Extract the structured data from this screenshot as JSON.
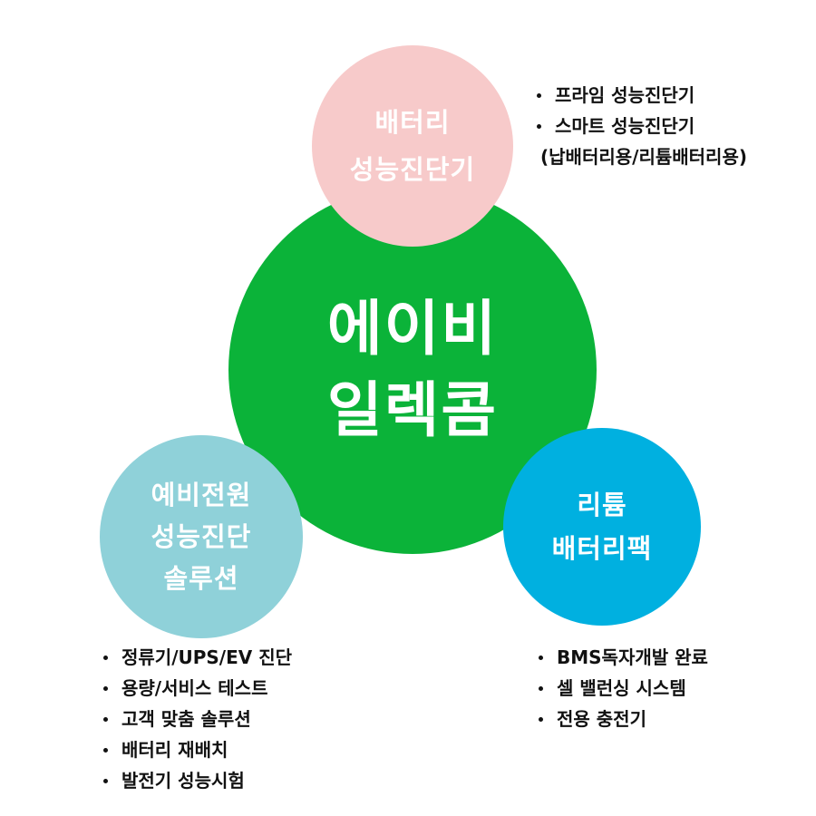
{
  "colors": {
    "center": "#0bb339",
    "top": "#f7caca",
    "left": "#8fd1d9",
    "right": "#00b0e0",
    "text": "#111111"
  },
  "center": {
    "lines": [
      "에이비",
      "일렉콤"
    ]
  },
  "top": {
    "lines": [
      "배터리",
      "성능진단기"
    ],
    "bullets": [
      "프라임 성능진단기",
      "스마트 성능진단기"
    ],
    "continuation": "(납배터리용/리튬배터리용)"
  },
  "left": {
    "lines": [
      "예비전원",
      "성능진단",
      "솔루션"
    ],
    "bullets": [
      "정류기/UPS/EV 진단",
      "용량/서비스 테스트",
      "고객 맞춤 솔루션",
      "배터리 재배치",
      "발전기 성능시험"
    ]
  },
  "right": {
    "lines": [
      "리튬",
      "배터리팩"
    ],
    "bullets": [
      "BMS독자개발 완료",
      "셀 밸런싱 시스템",
      "전용 충전기"
    ]
  }
}
